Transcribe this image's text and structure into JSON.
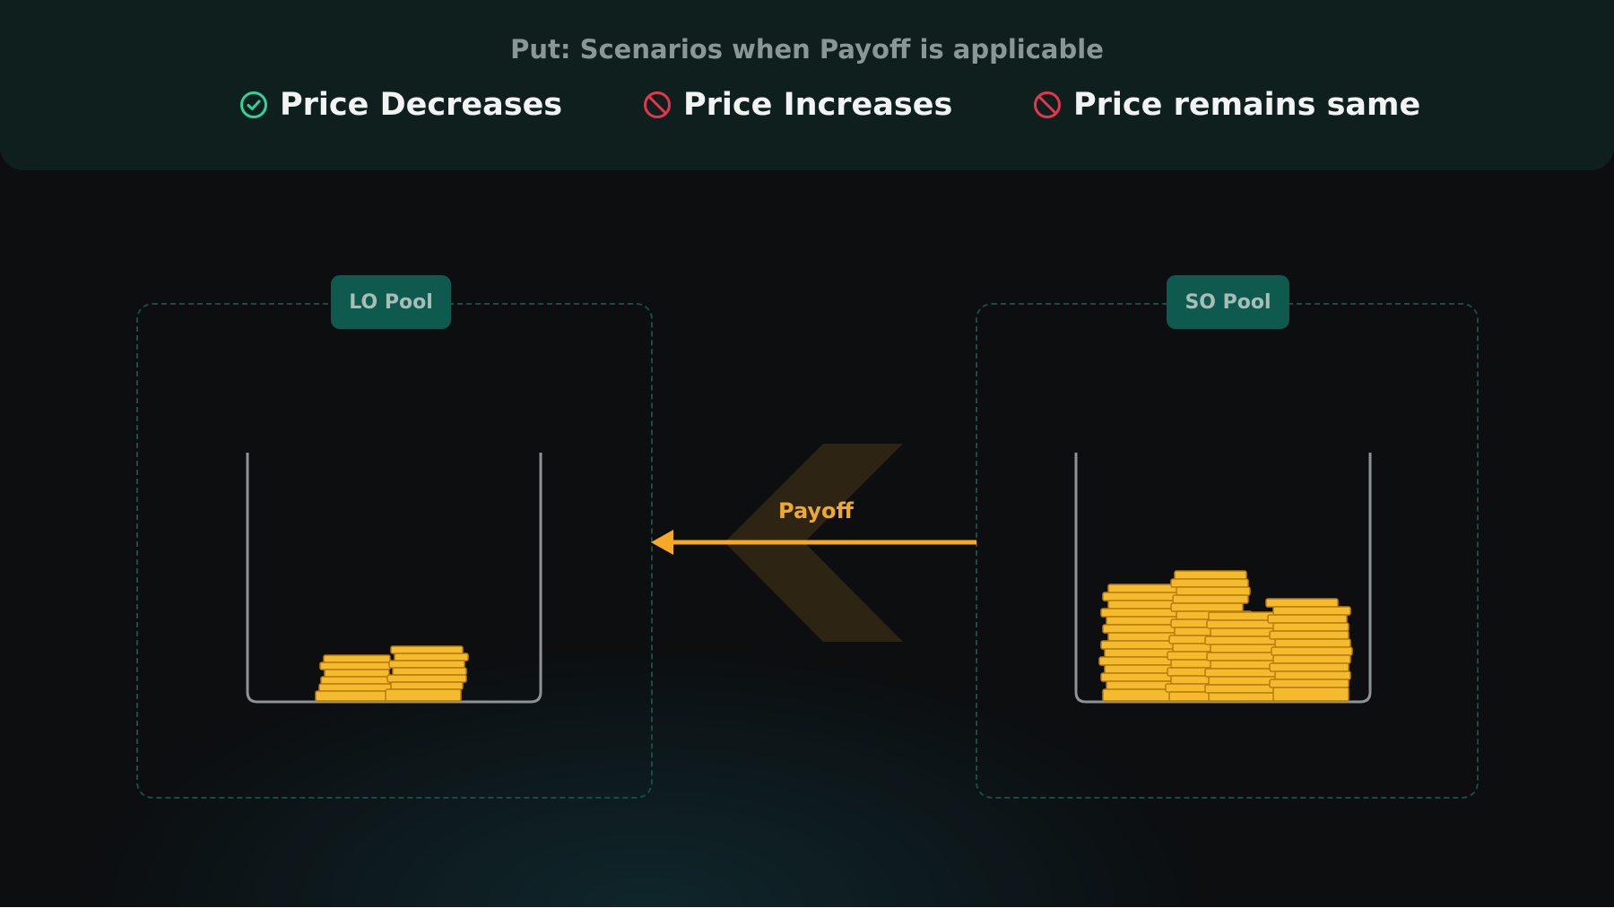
{
  "header": {
    "title": "Put: Scenarios when Payoff is applicable",
    "scenarios": [
      {
        "label": "Price Decreases",
        "status": "applicable",
        "icon": "check-circle-icon"
      },
      {
        "label": "Price Increases",
        "status": "not-applicable",
        "icon": "prohibited-icon"
      },
      {
        "label": "Price remains same",
        "status": "not-applicable",
        "icon": "prohibited-icon"
      }
    ]
  },
  "pools": [
    {
      "label": "LO Pool",
      "coin_level": "low"
    },
    {
      "label": "SO Pool",
      "coin_level": "high"
    }
  ],
  "flow": {
    "label": "Payoff",
    "direction": "SO Pool to LO Pool"
  },
  "colors": {
    "background": "#0c0e10",
    "header_bg": "#0f1f1e",
    "check": "#2fd39a",
    "prohibited": "#e5364d",
    "badge": "#0f5a4e",
    "arrow": "#f5a927",
    "coin": "#f5bb2f"
  }
}
